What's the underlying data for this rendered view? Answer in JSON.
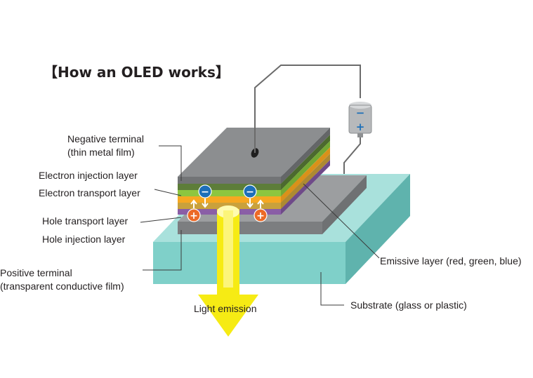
{
  "title": "【How an OLED works】",
  "labels": {
    "negative_terminal_1": "Negative terminal",
    "negative_terminal_2": "(thin metal film)",
    "electron_injection": "Electron injection layer",
    "electron_transport": "Electron transport layer",
    "hole_transport": "Hole transport layer",
    "hole_injection": "Hole injection layer",
    "positive_terminal_1": "Positive terminal",
    "positive_terminal_2": "(transparent conductive film)",
    "emissive_layer": "Emissive layer (red, green, blue)",
    "substrate": "Substrate (glass or plastic)",
    "light_emission": "Light emission"
  },
  "battery": {
    "top_sign": "−",
    "bottom_sign": "+"
  },
  "charges": {
    "electron_sign": "−",
    "hole_sign": "+"
  },
  "colors": {
    "substrate": "#7fd0c9",
    "metal": "#8c8e90",
    "electron_injection": "#5d7d39",
    "electron_transport": "#8dc63f",
    "emissive": "#f6a821",
    "hole_transport": "#c9a13c",
    "hole_injection": "#8a5ea6",
    "electron": "#1d6fb8",
    "hole": "#ec6a27",
    "light": "#f6eb14"
  }
}
